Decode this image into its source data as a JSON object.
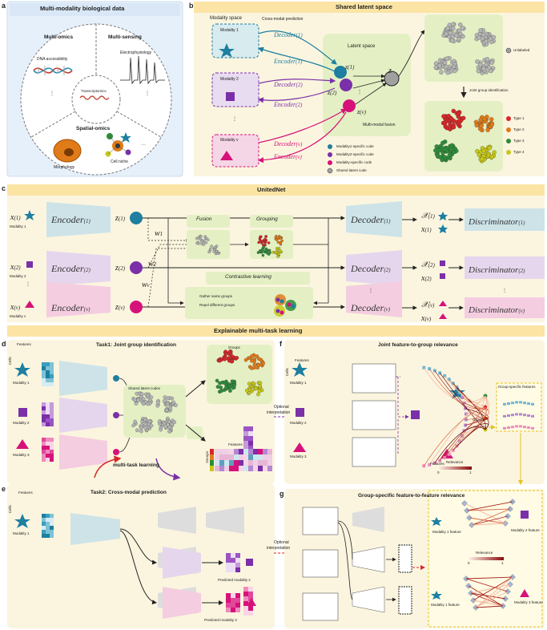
{
  "panel_a": {
    "label": "a",
    "title": "Multi-modality biological data",
    "multi_omics": "Multi-omics",
    "dna": "DNA accessibility",
    "multi_sensing": "Multi-sensing",
    "ephys": "Electrophysiology",
    "transcriptomics": "Transcriptomics",
    "spatial_omics": "Spatial-omics",
    "morphology": "Morphology",
    "cell_niche": "Cell niche",
    "dots_v": "⋮",
    "dots_h": "···"
  },
  "panel_b": {
    "label": "b",
    "title": "Shared latent space",
    "modality_space": "Modality space",
    "cross_modal": "Cross-modal prediction",
    "modality_1": "Modality 1",
    "modality_2": "Modality 2",
    "modality_v": "Modality v",
    "decoder": "Decoder",
    "encoder": "Encoder",
    "sub1": "(1)",
    "sub2": "(2)",
    "subv": "(v)",
    "latent_space": "Latent space",
    "z": "z",
    "multimodal_fusion": "Multi-modal fusion",
    "unlabeled": "Unlabeled",
    "joint_group": "Joint group identification",
    "types": [
      "Type 1",
      "Type 2",
      "Type 3",
      "Type 4"
    ],
    "legend": [
      "Modality1-specific code",
      "Modality2-specific code",
      "Modality-specific code",
      "Shared latent code"
    ]
  },
  "panel_c": {
    "label": "c",
    "title": "UnitedNet",
    "modality_1": "Modality 1",
    "modality_2": "Modality 2",
    "modality_v": "Modality v",
    "encoder": "Encoder",
    "decoder": "Decoder",
    "discriminator": "Discriminator",
    "sub1": "(1)",
    "sub2": "(2)",
    "subv": "(v)",
    "fusion": "Fusion",
    "grouping": "Grouping",
    "contrastive": "Contrastive learning",
    "gather": "Gather same groups",
    "repel": "Repel different groups",
    "w": "w"
  },
  "section_title": "Explainable multi-task learning",
  "panel_d": {
    "label": "d",
    "title": "Task1: Joint group identification",
    "features": "Features",
    "cells": "Cells",
    "modality_1": "Modality 1",
    "modality_2": "Modality 2",
    "modality_3": "Modality 3",
    "shared_codes": "Shared latent codes",
    "groups": "Groups",
    "features2": "Features",
    "groups_axis": "Groups",
    "multi_task": "multi-task learning",
    "optional": "Optional",
    "interpretation": "interpretation"
  },
  "panel_e": {
    "label": "e",
    "title": "Task2: Cross-modal prediction",
    "features": "Features",
    "cells": "Cells",
    "modality_1": "Modality 1",
    "predicted_2": "Predicted modality 2",
    "predicted_3": "Predicted modality 3",
    "optional": "Optional",
    "interpretation": "interpretation"
  },
  "panel_f": {
    "label": "f",
    "title": "Joint feature-to-group relevance",
    "features": "Features",
    "cells": "Cells",
    "modality_1": "Modality 1",
    "modality_2": "Modality 2",
    "modality_3": "Modality 3",
    "groups": "Groups",
    "features_lab": "Features",
    "relevance": "Relevance",
    "rel_min": "0",
    "rel_max": "1",
    "group_specific": "Group-specific features"
  },
  "panel_g": {
    "label": "g",
    "title": "Group-specific feature-to-feature relevance",
    "m1_feature": "Modality 1 feature",
    "m2_feature": "Modality 2 feature",
    "m3_feature": "Modality 3 feature",
    "relevance": "Relevance",
    "rel_min": "0",
    "rel_max": "1"
  },
  "colors": {
    "teal": "#1e7fa0",
    "purple": "#7b2fa8",
    "magenta": "#d6127a",
    "green_panel": "#e4f0c4",
    "cream": "#fbf5df",
    "header": "#fbe4a4",
    "blue_box": "#e6f0fa",
    "type1": "#d62728",
    "type2": "#e07b19",
    "type3": "#2e8b3a",
    "type4": "#c7c71a"
  }
}
